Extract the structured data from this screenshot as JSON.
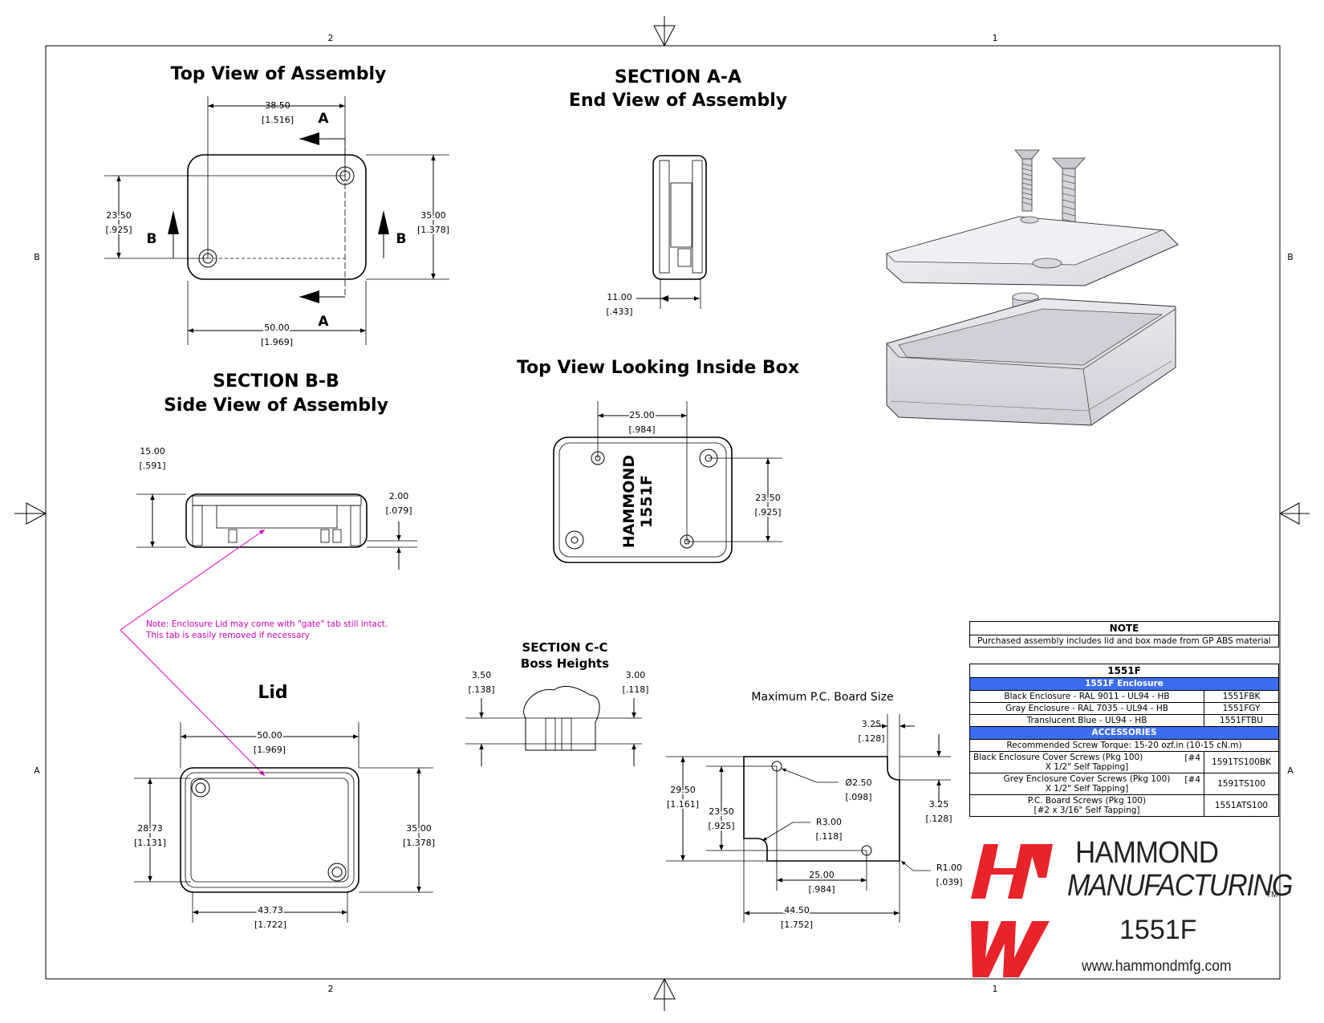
{
  "sheet": {
    "ruler_top": [
      "2",
      "1"
    ],
    "ruler_bottom": [
      "2",
      "1"
    ],
    "ruler_left": [
      "B",
      "A"
    ],
    "ruler_right": [
      "B",
      "A"
    ]
  },
  "views": {
    "top_view_title": "Top View of Assembly",
    "section_aa_title": "SECTION A-A",
    "section_aa_subtitle": "End View of Assembly",
    "section_bb_title": "SECTION B-B",
    "section_bb_subtitle": "Side View of Assembly",
    "inside_box_title": "Top View Looking Inside Box",
    "section_cc_title": "SECTION C-C",
    "section_cc_subtitle": "Boss Heights",
    "lid_title": "Lid",
    "pcb_title": "Maximum P.C. Board Size"
  },
  "markers": {
    "a": "A",
    "b": "B"
  },
  "dims": {
    "tv_width_top": "38.50",
    "tv_width_top_in": "[1.516]",
    "tv_height_left": "23.50",
    "tv_height_left_in": "[.925]",
    "tv_height_right": "35.00",
    "tv_height_right_in": "[1.378]",
    "tv_width_bottom": "50.00",
    "tv_width_bottom_in": "[1.969]",
    "aa_width": "11.00",
    "aa_width_in": "[.433]",
    "bb_height": "15.00",
    "bb_height_in": "[.591]",
    "bb_lid": "2.00",
    "bb_lid_in": "[.079]",
    "ib_width": "25.00",
    "ib_width_in": "[.984]",
    "ib_height": "23.50",
    "ib_height_in": "[.925]",
    "cc_left": "3.50",
    "cc_left_in": "[.138]",
    "cc_right": "3.00",
    "cc_right_in": "[.118]",
    "lid_width": "50.00",
    "lid_width_in": "[1.969]",
    "lid_left": "28.73",
    "lid_left_in": "[1.131]",
    "lid_right": "35.00",
    "lid_right_in": "[1.378]",
    "lid_bottom": "43.73",
    "lid_bottom_in": "[1.722]",
    "pcb_notch_w": "3.25",
    "pcb_notch_w_in": "[.128]",
    "pcb_notch_h": "3.25",
    "pcb_notch_h_in": "[.128]",
    "pcb_height": "29.50",
    "pcb_height_in": "[1.161]",
    "pcb_hole_y": "23.50",
    "pcb_hole_y_in": "[.925]",
    "pcb_hole_dia": "Ø2.50",
    "pcb_hole_dia_in": "[.098]",
    "pcb_r3": "R3.00",
    "pcb_r3_in": "[.118]",
    "pcb_r1": "R1.00",
    "pcb_r1_in": "[.039]",
    "pcb_hole_x": "25.00",
    "pcb_hole_x_in": "[.984]",
    "pcb_width": "44.50",
    "pcb_width_in": "[1.752]"
  },
  "box_engraving": {
    "line1": "HAMMOND",
    "line2": "1551F"
  },
  "gate_note": {
    "line1": "Note: Enclosure Lid may come with \"gate\" tab still intact.",
    "line2": "This tab is easily removed if necessary"
  },
  "note_table": {
    "header": "NOTE",
    "text": "Purchased assembly includes lid and box made from GP ABS material"
  },
  "parts_table": {
    "header": "1551F",
    "enclosure_band": "1551F Enclosure",
    "enclosures": [
      {
        "desc": "Black Enclosure - RAL 9011 - UL94 - HB",
        "part": "1551FBK"
      },
      {
        "desc": "Gray Enclosure - RAL 7035 - UL94 - HB",
        "part": "1551FGY"
      },
      {
        "desc": "Translucent Blue - UL94 - HB",
        "part": "1551FTBU"
      }
    ],
    "accessories_band": "ACCESSORIES",
    "torque": "Recommended Screw Torque: 15-20 ozf.in (10-15 cN.m)",
    "accessories": [
      {
        "desc1": "Black Enclosure Cover Screws  (Pkg 100)",
        "size": "[#4",
        "desc2": "X 1/2\" Self Tapping]",
        "part": "1591TS100BK"
      },
      {
        "desc1": "Grey Enclosure Cover Screws  (Pkg 100)",
        "size": "[#4",
        "desc2": "X 1/2\" Self Tapping]",
        "part": "1591TS100"
      },
      {
        "desc1": "P.C. Board Screws  (Pkg 100)",
        "size": "",
        "desc2": "[#2 x 3/16\" Self Tapping]",
        "part": "1551ATS100"
      }
    ]
  },
  "brand": {
    "name1": "HAMMOND",
    "name2": "MANUFACTURING",
    "tm": "TM",
    "model": "1551F",
    "website": "www.hammondmfg.com",
    "logo_color": "#e8232a"
  }
}
